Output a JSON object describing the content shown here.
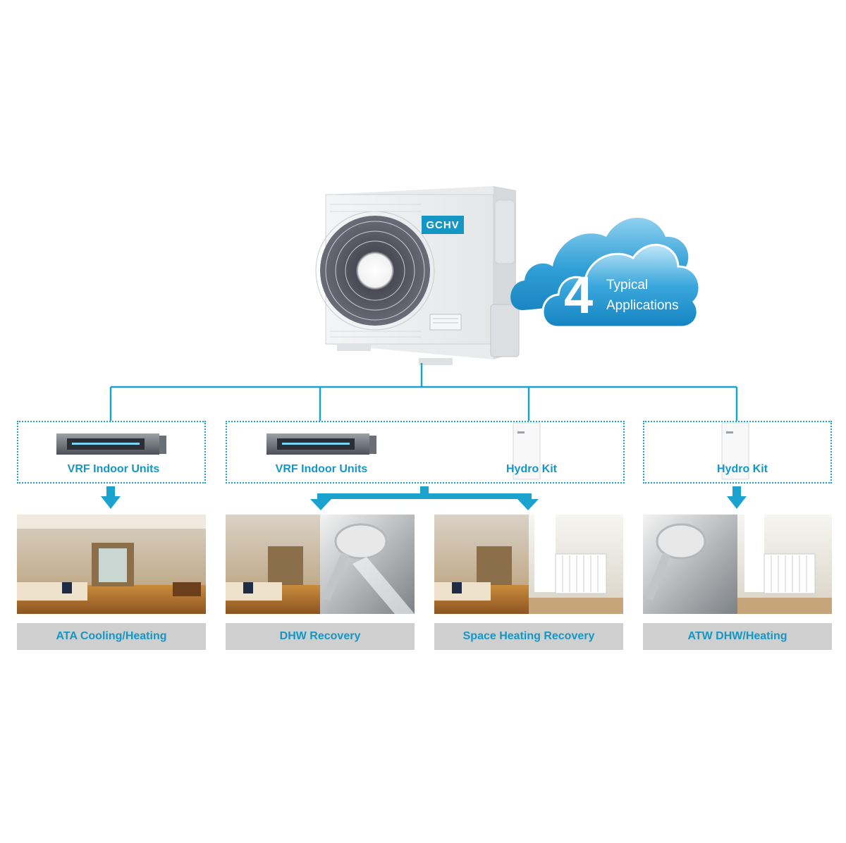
{
  "brand": {
    "logo_text": "GCHV"
  },
  "cloud": {
    "number": "4",
    "line1": "Typical",
    "line2": "Applications"
  },
  "groups": [
    {
      "labels": [
        "VRF Indoor Units"
      ]
    },
    {
      "labels": [
        "VRF Indoor Units",
        "Hydro Kit"
      ]
    },
    {
      "labels": [
        "Hydro Kit"
      ]
    }
  ],
  "applications": [
    {
      "caption": "ATA Cooling/Heating"
    },
    {
      "caption": "DHW Recovery"
    },
    {
      "caption": "Space Heating Recovery"
    },
    {
      "caption": "ATW DHW/Heating"
    }
  ],
  "colors": {
    "accent": "#1597c6",
    "line": "#1aa3cf",
    "caption_bg": "#cfcfcf",
    "cloud": "#39a8dc"
  },
  "icons": [
    "outdoor-unit-icon",
    "duct-unit-icon",
    "hydro-kit-icon",
    "arrow-down-icon",
    "cloud-icon",
    "shower-head-icon",
    "radiator-icon"
  ]
}
